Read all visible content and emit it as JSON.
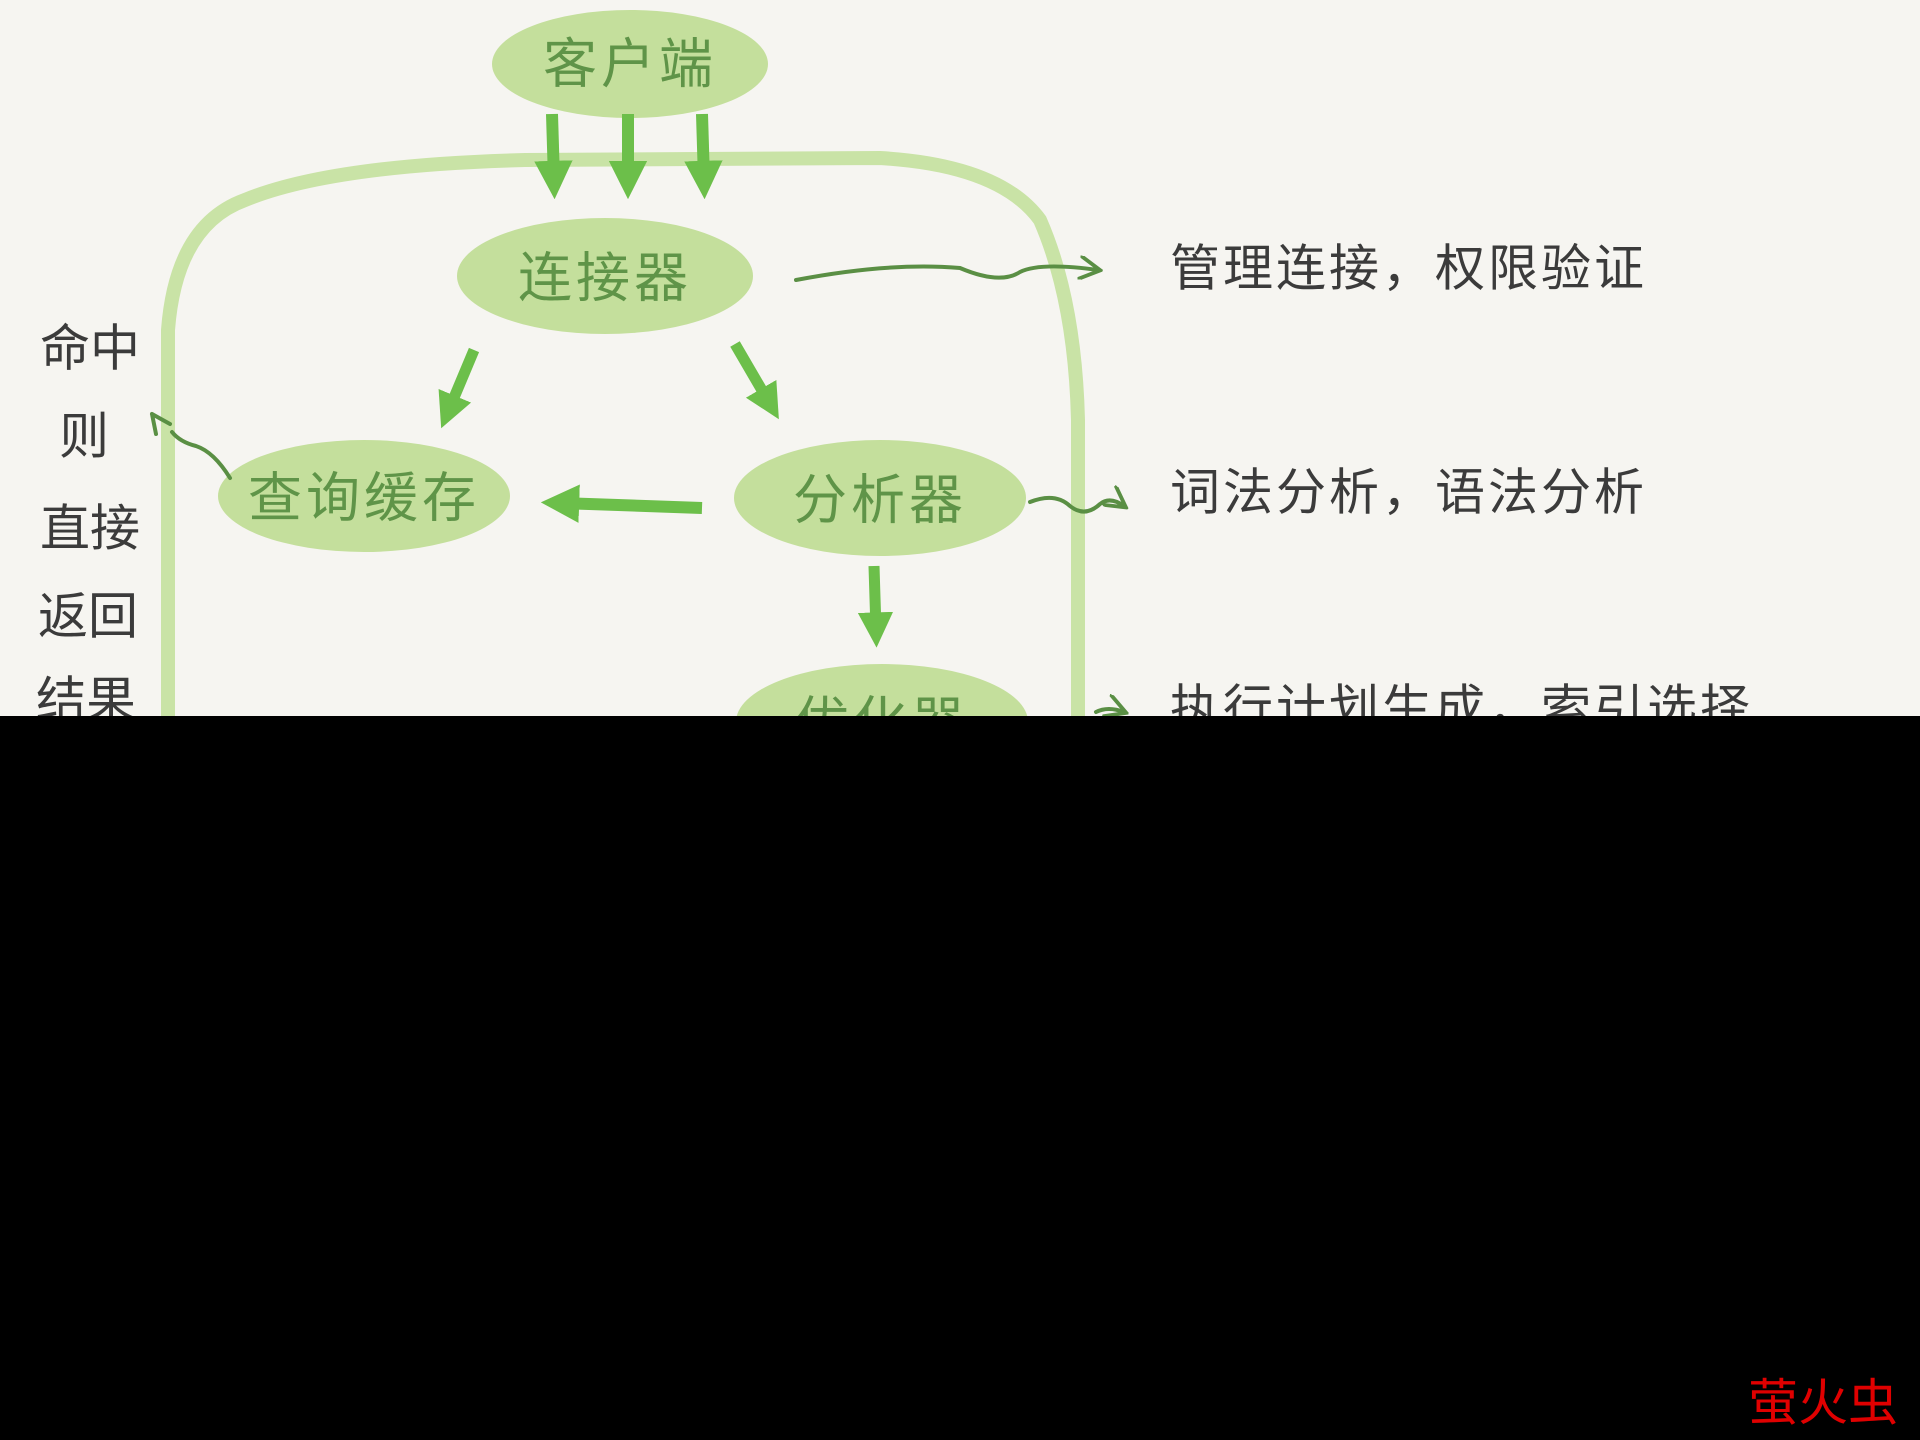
{
  "colors": {
    "background": "#f6f5f1",
    "node_fill": "#c4df9c",
    "node_text": "#5f9448",
    "frame_stroke": "#c9e3a6",
    "flow_arrow": "#6cbf4a",
    "pointer_arrow": "#5a8f44",
    "desc_text": "#3b3b3b",
    "watermark": "#e00000",
    "mask": "#000000"
  },
  "nodes": {
    "client": "客户端",
    "connector": "连接器",
    "query_cache": "查询缓存",
    "analyzer": "分析器",
    "optimizer": "优化器"
  },
  "descriptions": {
    "connector": "管理连接，权限验证",
    "analyzer": "词法分析，语法分析",
    "optimizer": "执行计划生成，索引选择"
  },
  "side_note": [
    "命中",
    "则",
    "直接",
    "返回",
    "结果"
  ],
  "watermark": "萤火虫"
}
